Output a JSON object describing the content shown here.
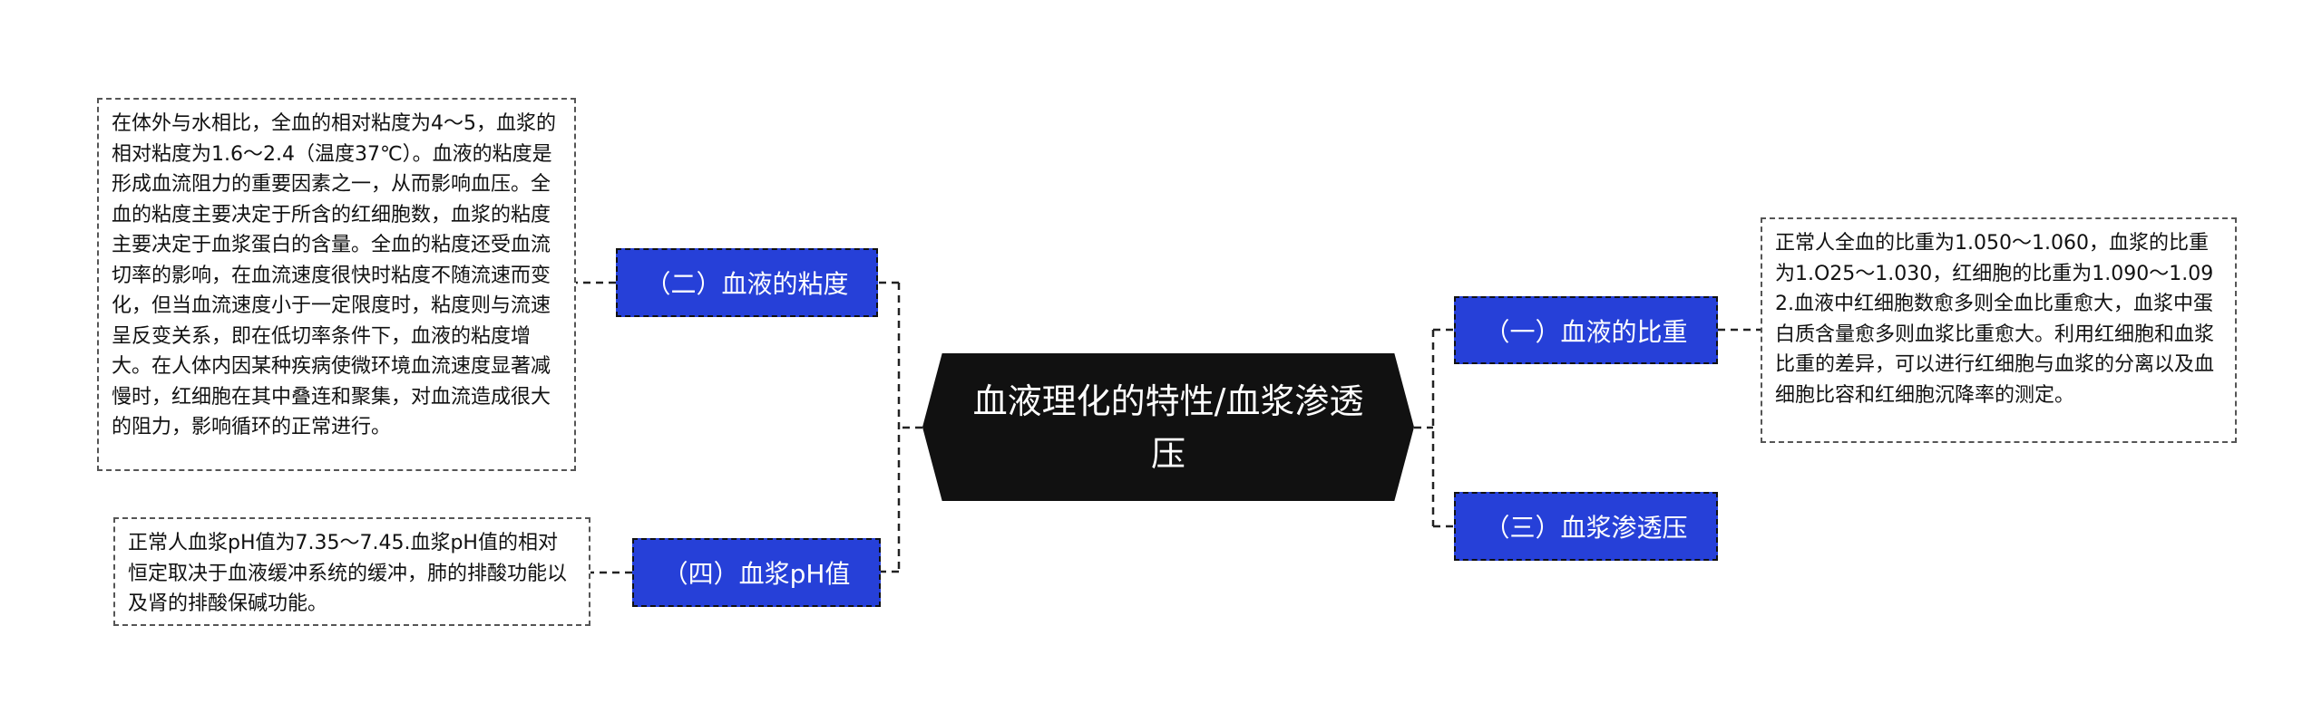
{
  "center": {
    "title": "血液理化的特性/血浆渗透压"
  },
  "branches": {
    "b1": {
      "label": "（一）血液的比重",
      "note": "正常人全血的比重为1.050～1.060，血浆的比重为1.O25～1.030，红细胞的比重为1.090～1.092.血液中红细胞数愈多则全血比重愈大，血浆中蛋白质含量愈多则血浆比重愈大。利用红细胞和血浆比重的差异，可以进行红细胞与血浆的分离以及血细胞比容和红细胞沉降率的测定。"
    },
    "b2": {
      "label": "（二）血液的粘度",
      "note": "在体外与水相比，全血的相对粘度为4～5，血浆的相对粘度为1.6～2.4（温度37℃）。血液的粘度是形成血流阻力的重要因素之一，从而影响血压。全血的粘度主要决定于所含的红细胞数，血浆的粘度主要决定于血浆蛋白的含量。全血的粘度还受血流切率的影响，在血流速度很快时粘度不随流速而变化，但当血流速度小于一定限度时，粘度则与流速呈反变关系，即在低切率条件下，血液的粘度增大。在人体内因某种疾病使微环境血流速度显著减慢时，红细胞在其中叠连和聚集，对血流造成很大的阻力，影响循环的正常进行。"
    },
    "b3": {
      "label": "（三）血浆渗透压"
    },
    "b4": {
      "label": "（四）血浆pH值",
      "note": "正常人血浆pH值为7.35～7.45.血浆pH值的相对恒定取决于血液缓冲系统的缓冲，肺的排酸功能以及肾的排酸保碱功能。"
    }
  },
  "colors": {
    "node": "#2640d8",
    "center": "#111111"
  }
}
